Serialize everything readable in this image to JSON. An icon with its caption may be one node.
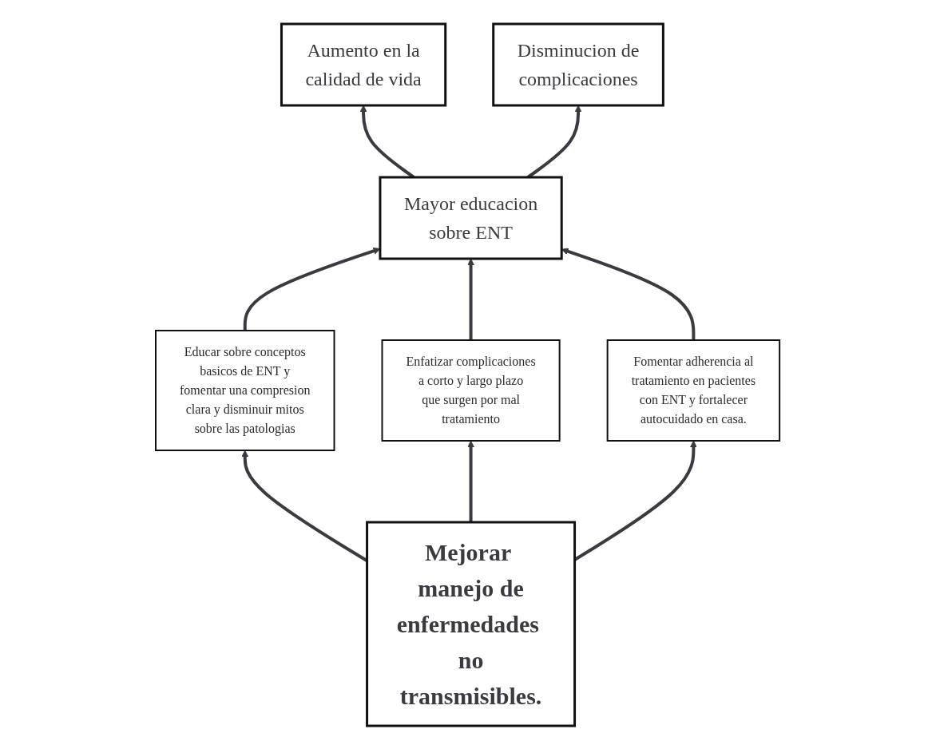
{
  "diagram": {
    "nodes": [
      {
        "text": [
          "Aumento en la calidad de vida"
        ]
      },
      {
        "text": [
          "Mayor educacion sobre ENT"
        ]
      },
      {
        "text": [
          "Disminucion de complicaciones"
        ]
      },
      {
        "text": [
          "Educar sobre conceptos basicos de ENT y fomentar una compresion clara y disminuir mitos sobre las patologias"
        ]
      },
      {
        "text": [
          "Enfatizar complicaciones a corto y largo plazo que surgen por mal tratamiento"
        ]
      },
      {
        "text": [
          "Fomentar adherencia al tratamiento en pacientes con ENT y fortalecer autocuidado en casa."
        ]
      },
      {
        "text": [
          "Mejorar manejo de enfermedades no transmisibles."
        ]
      }
    ],
    "edges": [
      {
        "from": 6,
        "to": 3,
        "arrow": "to"
      },
      {
        "from": 6,
        "to": 4,
        "arrow": "to"
      },
      {
        "from": 6,
        "to": 5,
        "arrow": "to"
      },
      {
        "from": 3,
        "to": 1,
        "arrow": "to"
      },
      {
        "from": 4,
        "to": 1,
        "arrow": "to"
      },
      {
        "from": 5,
        "to": 1,
        "arrow": "to"
      },
      {
        "from": 1,
        "to": 0,
        "arrow": "to"
      },
      {
        "from": 1,
        "to": 2,
        "arrow": "to"
      }
    ]
  }
}
